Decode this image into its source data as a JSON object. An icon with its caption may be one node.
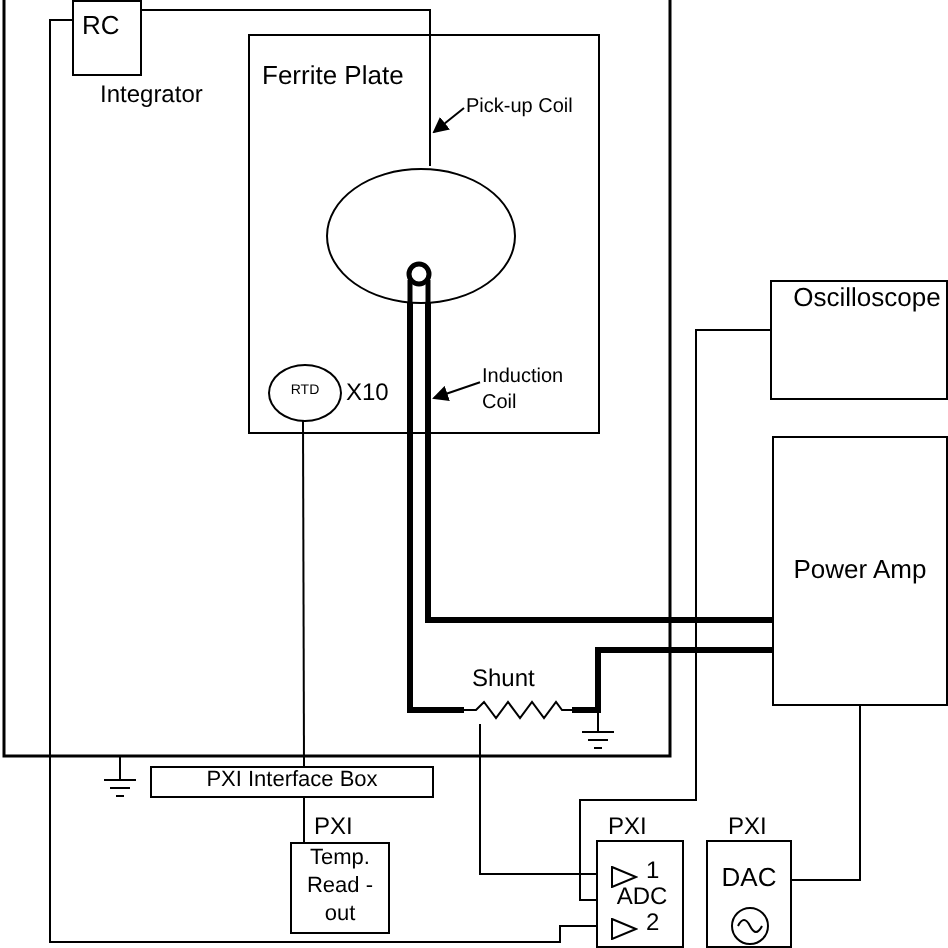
{
  "diagram": {
    "nodes": [
      {
        "text": [
          "RC"
        ],
        "beside": [
          "Integrator"
        ]
      },
      {
        "text": [
          "Ferrite Plate"
        ]
      },
      {
        "text": [],
        "shape": "circle",
        "in": 1
      },
      {
        "text": [
          "Pick-up Coil"
        ],
        "in": 1
      },
      {
        "text": [
          "RTD"
        ],
        "in": 1,
        "beside": [
          "X10"
        ]
      },
      {
        "text": [
          "Induction Coil"
        ],
        "in": 1
      },
      {
        "text": [
          "Oscilloscope"
        ]
      },
      {
        "text": [
          "Power Amp"
        ]
      },
      {
        "text": [
          "Shunt"
        ]
      },
      {
        "text": [
          "PXI Interface Box"
        ]
      },
      {
        "text": [
          "Temp. Read - out"
        ],
        "beside": [
          "PXI"
        ]
      },
      {
        "text": [
          "1",
          "ADC",
          "2"
        ],
        "beside": [
          "PXI"
        ]
      },
      {
        "text": [
          "DAC"
        ],
        "beside": [
          "PXI"
        ]
      }
    ],
    "edges": [
      {
        "from": 0,
        "to": 2,
        "arrow": "none"
      },
      {
        "from": 3,
        "to": null,
        "arrow": "to"
      },
      {
        "from": 5,
        "to": null,
        "arrow": "to"
      },
      {
        "from": 2,
        "to": 8,
        "arrow": "none",
        "style": "thick"
      },
      {
        "from": 2,
        "to": 7,
        "arrow": "none",
        "style": "thick"
      },
      {
        "from": 8,
        "to": 7,
        "arrow": "none",
        "style": "thick"
      },
      {
        "from": 4,
        "to": 9,
        "arrow": "none"
      },
      {
        "from": 9,
        "to": 10,
        "arrow": "none"
      },
      {
        "from": 8,
        "to": 11,
        "arrow": "none"
      },
      {
        "from": 6,
        "to": 11,
        "arrow": "none"
      },
      {
        "from": 0,
        "to": 11,
        "arrow": "none"
      },
      {
        "from": 12,
        "to": 7,
        "arrow": "none"
      }
    ]
  }
}
